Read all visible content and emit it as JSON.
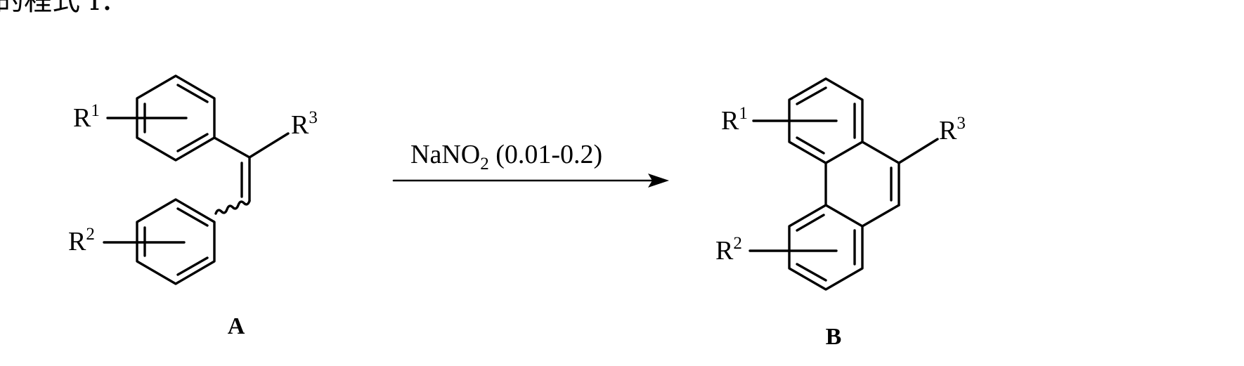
{
  "header_fragment": "的程式 I：",
  "reaction": {
    "reagent": {
      "formula_main": "NaNO",
      "formula_subscript": "2",
      "amount": " (0.01-0.2)"
    },
    "arrow_icon": "right-arrow-icon"
  },
  "reactant": {
    "label": "A",
    "substituents": [
      {
        "symbol": "R",
        "index": "1"
      },
      {
        "symbol": "R",
        "index": "2"
      },
      {
        "symbol": "R",
        "index": "3"
      }
    ]
  },
  "product": {
    "label": "B",
    "substituents": [
      {
        "symbol": "R",
        "index": "1"
      },
      {
        "symbol": "R",
        "index": "2"
      },
      {
        "symbol": "R",
        "index": "3"
      }
    ]
  }
}
